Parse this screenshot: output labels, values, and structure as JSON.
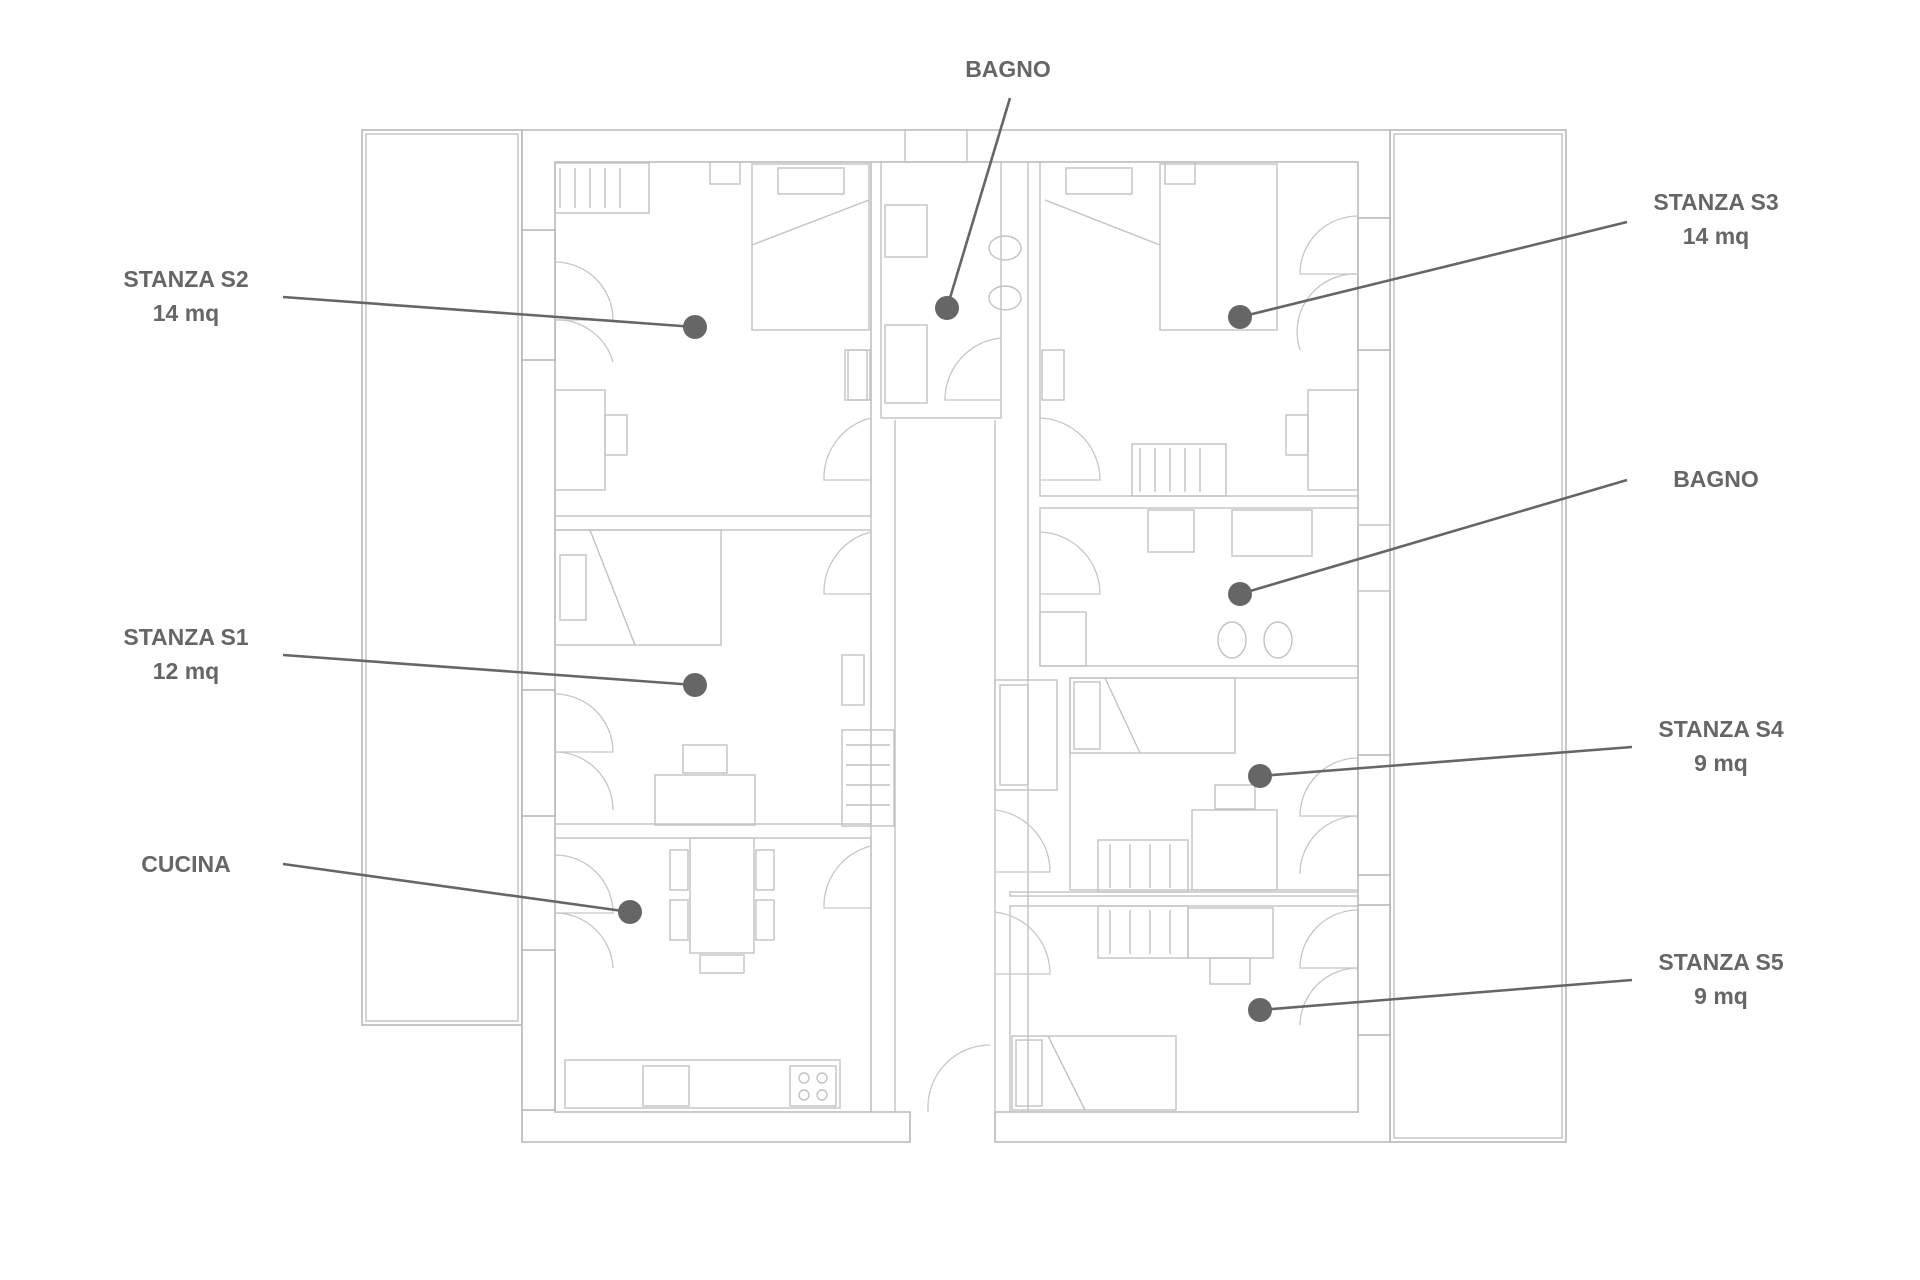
{
  "labels": {
    "bagno_top": {
      "title": "BAGNO"
    },
    "s2": {
      "title": "STANZA S2",
      "area": "14 mq"
    },
    "s3": {
      "title": "STANZA S3",
      "area": "14 mq"
    },
    "bagno_right": {
      "title": "BAGNO"
    },
    "s1": {
      "title": "STANZA S1",
      "area": "12 mq"
    },
    "s4": {
      "title": "STANZA S4",
      "area": "9 mq"
    },
    "cucina": {
      "title": "CUCINA"
    },
    "s5": {
      "title": "STANZA S5",
      "area": "9 mq"
    }
  },
  "colors": {
    "label": "#666666",
    "wall": "#b8b8b8",
    "marker": "#666666"
  }
}
